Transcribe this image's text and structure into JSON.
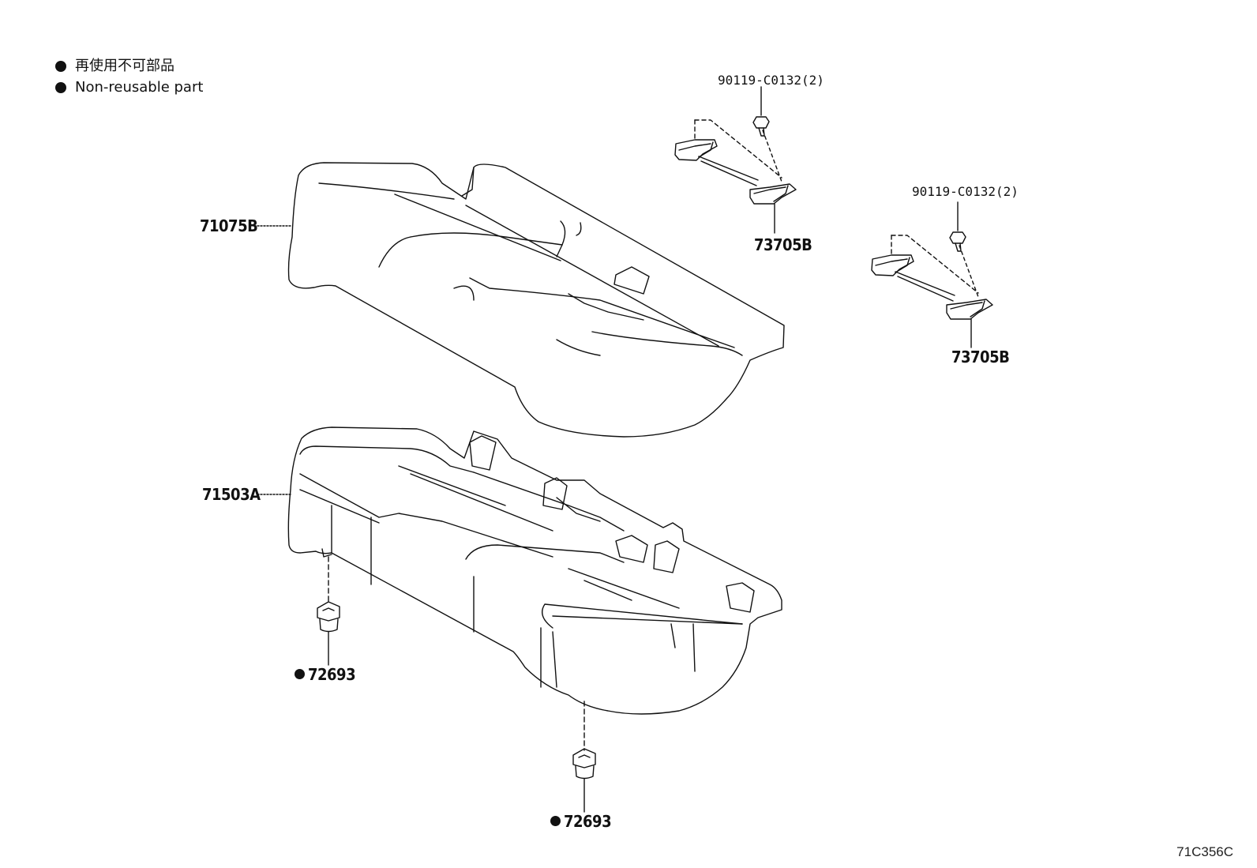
{
  "legend": {
    "items": [
      {
        "label_jp": "再使用不可部品"
      },
      {
        "label_en": "Non-reusable part"
      }
    ]
  },
  "parts": {
    "seat_cushion_pad": "71075B",
    "seat_cushion_frame": "71503A",
    "clip_left": "72693",
    "clip_bottom": "72693",
    "hook_upper": "73705B",
    "hook_lower": "73705B",
    "bolt_upper": "90119-C0132(2)",
    "bolt_lower": "90119-C0132(2)"
  },
  "diagram_code": "71C356C"
}
